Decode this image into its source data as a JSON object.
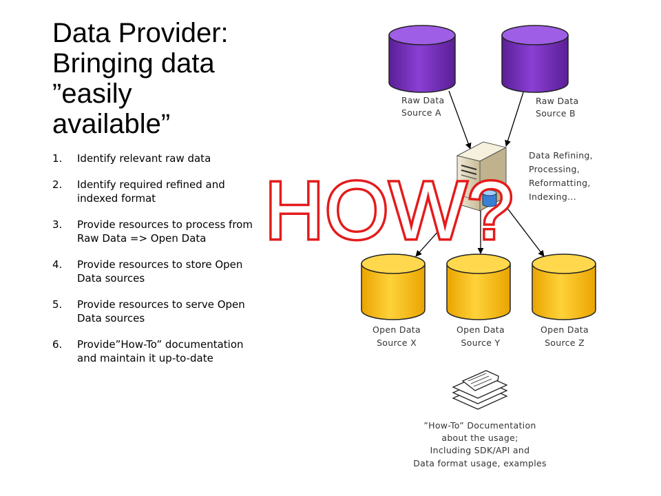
{
  "title": {
    "lines": [
      "Data Provider:",
      "Bringing data",
      "”easily",
      "available”"
    ]
  },
  "steps": [
    {
      "num": "1.",
      "text": "Identify relevant raw data"
    },
    {
      "num": "2.",
      "text": "Identify required refined and indexed format"
    },
    {
      "num": "3.",
      "text": "Provide resources to process from Raw Data => Open Data"
    },
    {
      "num": "4.",
      "text": "Provide resources to store Open Data sources"
    },
    {
      "num": "5.",
      "text": "Provide resources to serve Open Data sources"
    },
    {
      "num": "6.",
      "text": "Provide”How-To” documentation and maintain it up-to-date"
    }
  ],
  "diagram": {
    "raw_sources": [
      {
        "line1": "Raw Data",
        "line2": "Source A"
      },
      {
        "line1": "Raw Data",
        "line2": "Source B"
      }
    ],
    "server_note": [
      "Data Refining,",
      "Processing,",
      "Reformatting,",
      "Indexing..."
    ],
    "open_sources": [
      {
        "line1": "Open Data",
        "line2": "Source X"
      },
      {
        "line1": "Open Data",
        "line2": "Source Y"
      },
      {
        "line1": "Open Data",
        "line2": "Source Z"
      }
    ],
    "doc_note": [
      "”How-To” Documentation",
      "about the usage;",
      "Including SDK/API and",
      "Data format usage, examples"
    ],
    "overlay": "HOW?",
    "colors": {
      "raw_db": "#7b2fbe",
      "open_db": "#f5b800",
      "overlay_stroke": "#e41b1b"
    }
  }
}
